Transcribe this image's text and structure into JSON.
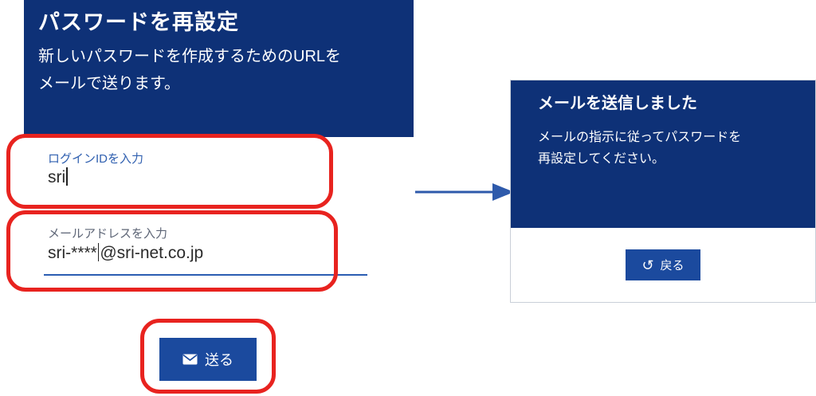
{
  "left_card": {
    "title": "パスワードを再設定",
    "description": [
      "新しいパスワードを作成するためのURLを",
      "メールで送ります。"
    ],
    "login_field": {
      "label": "ログインIDを入力",
      "value": "sri"
    },
    "email_field": {
      "label": "メールアドレスを入力",
      "value_before_cursor": "sri-****",
      "value_after_cursor": "@sri-net.co.jp"
    },
    "send_button_label": "送る"
  },
  "right_card": {
    "title": "メールを送信しました",
    "description": [
      "メールの指示に従ってパスワードを",
      "再設定してください。"
    ],
    "back_button_label": "戻る"
  },
  "icons": {
    "send": "envelope-icon",
    "back": "undo-icon"
  },
  "colors": {
    "panel_navy": "#0e3177",
    "button_blue": "#1b4a9e",
    "annotation_red": "#e8231f",
    "arrow_blue": "#2e5aab",
    "label_blue": "#3060b0",
    "underline_blue": "#2b5db2"
  }
}
